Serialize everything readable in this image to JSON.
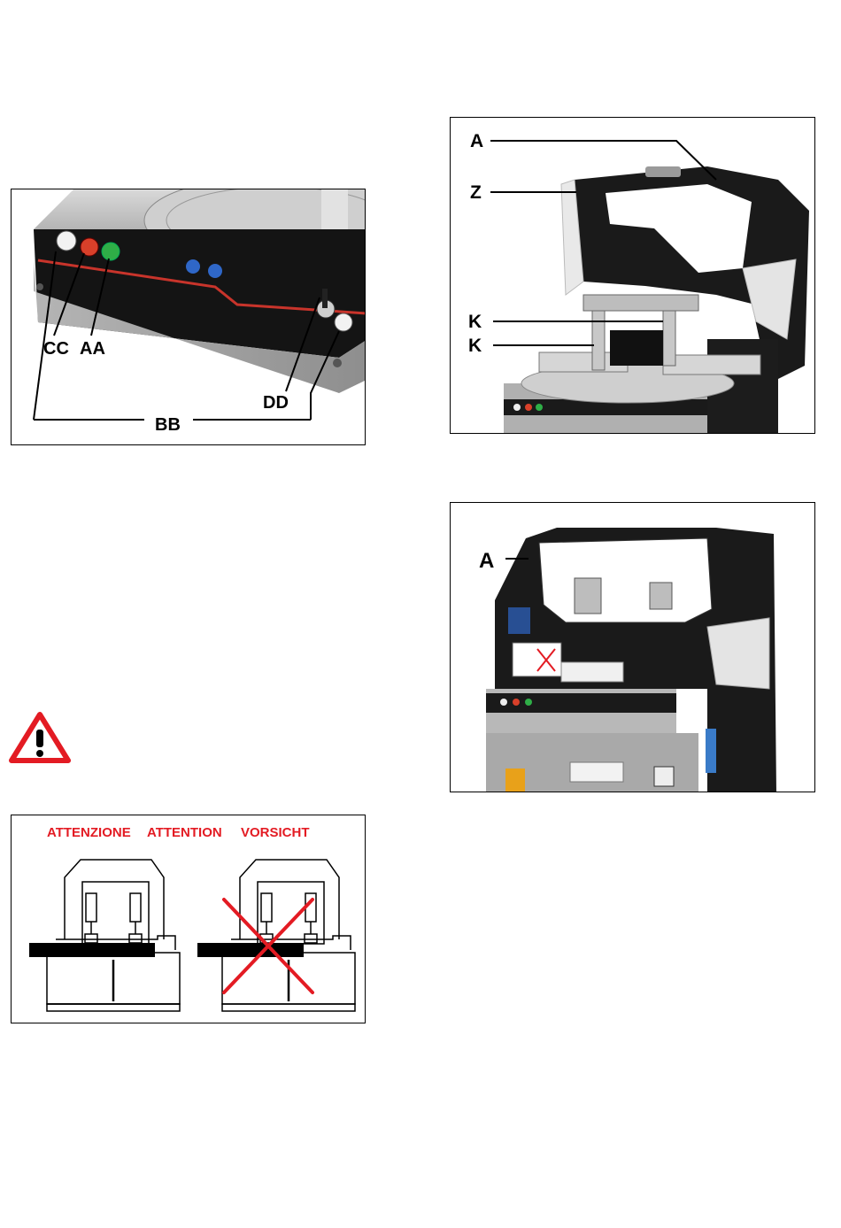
{
  "figure_control_panel": {
    "labels": {
      "cc": "CC",
      "aa": "AA",
      "dd": "DD",
      "bb": "BB"
    }
  },
  "figure_open_guard": {
    "labels": {
      "a": "A",
      "z": "Z",
      "k1": "K",
      "k2": "K"
    }
  },
  "figure_closed_guard": {
    "labels": {
      "a": "A"
    }
  },
  "warning": {
    "icon": "warning-triangle-icon",
    "color": "#e31b23"
  },
  "figure_clamping": {
    "headings": {
      "it": "ATTENZIONE",
      "en": "ATTENTION",
      "de": "VORSICHT"
    },
    "heading_color": "#e31b23",
    "cross_color": "#e31b23"
  }
}
